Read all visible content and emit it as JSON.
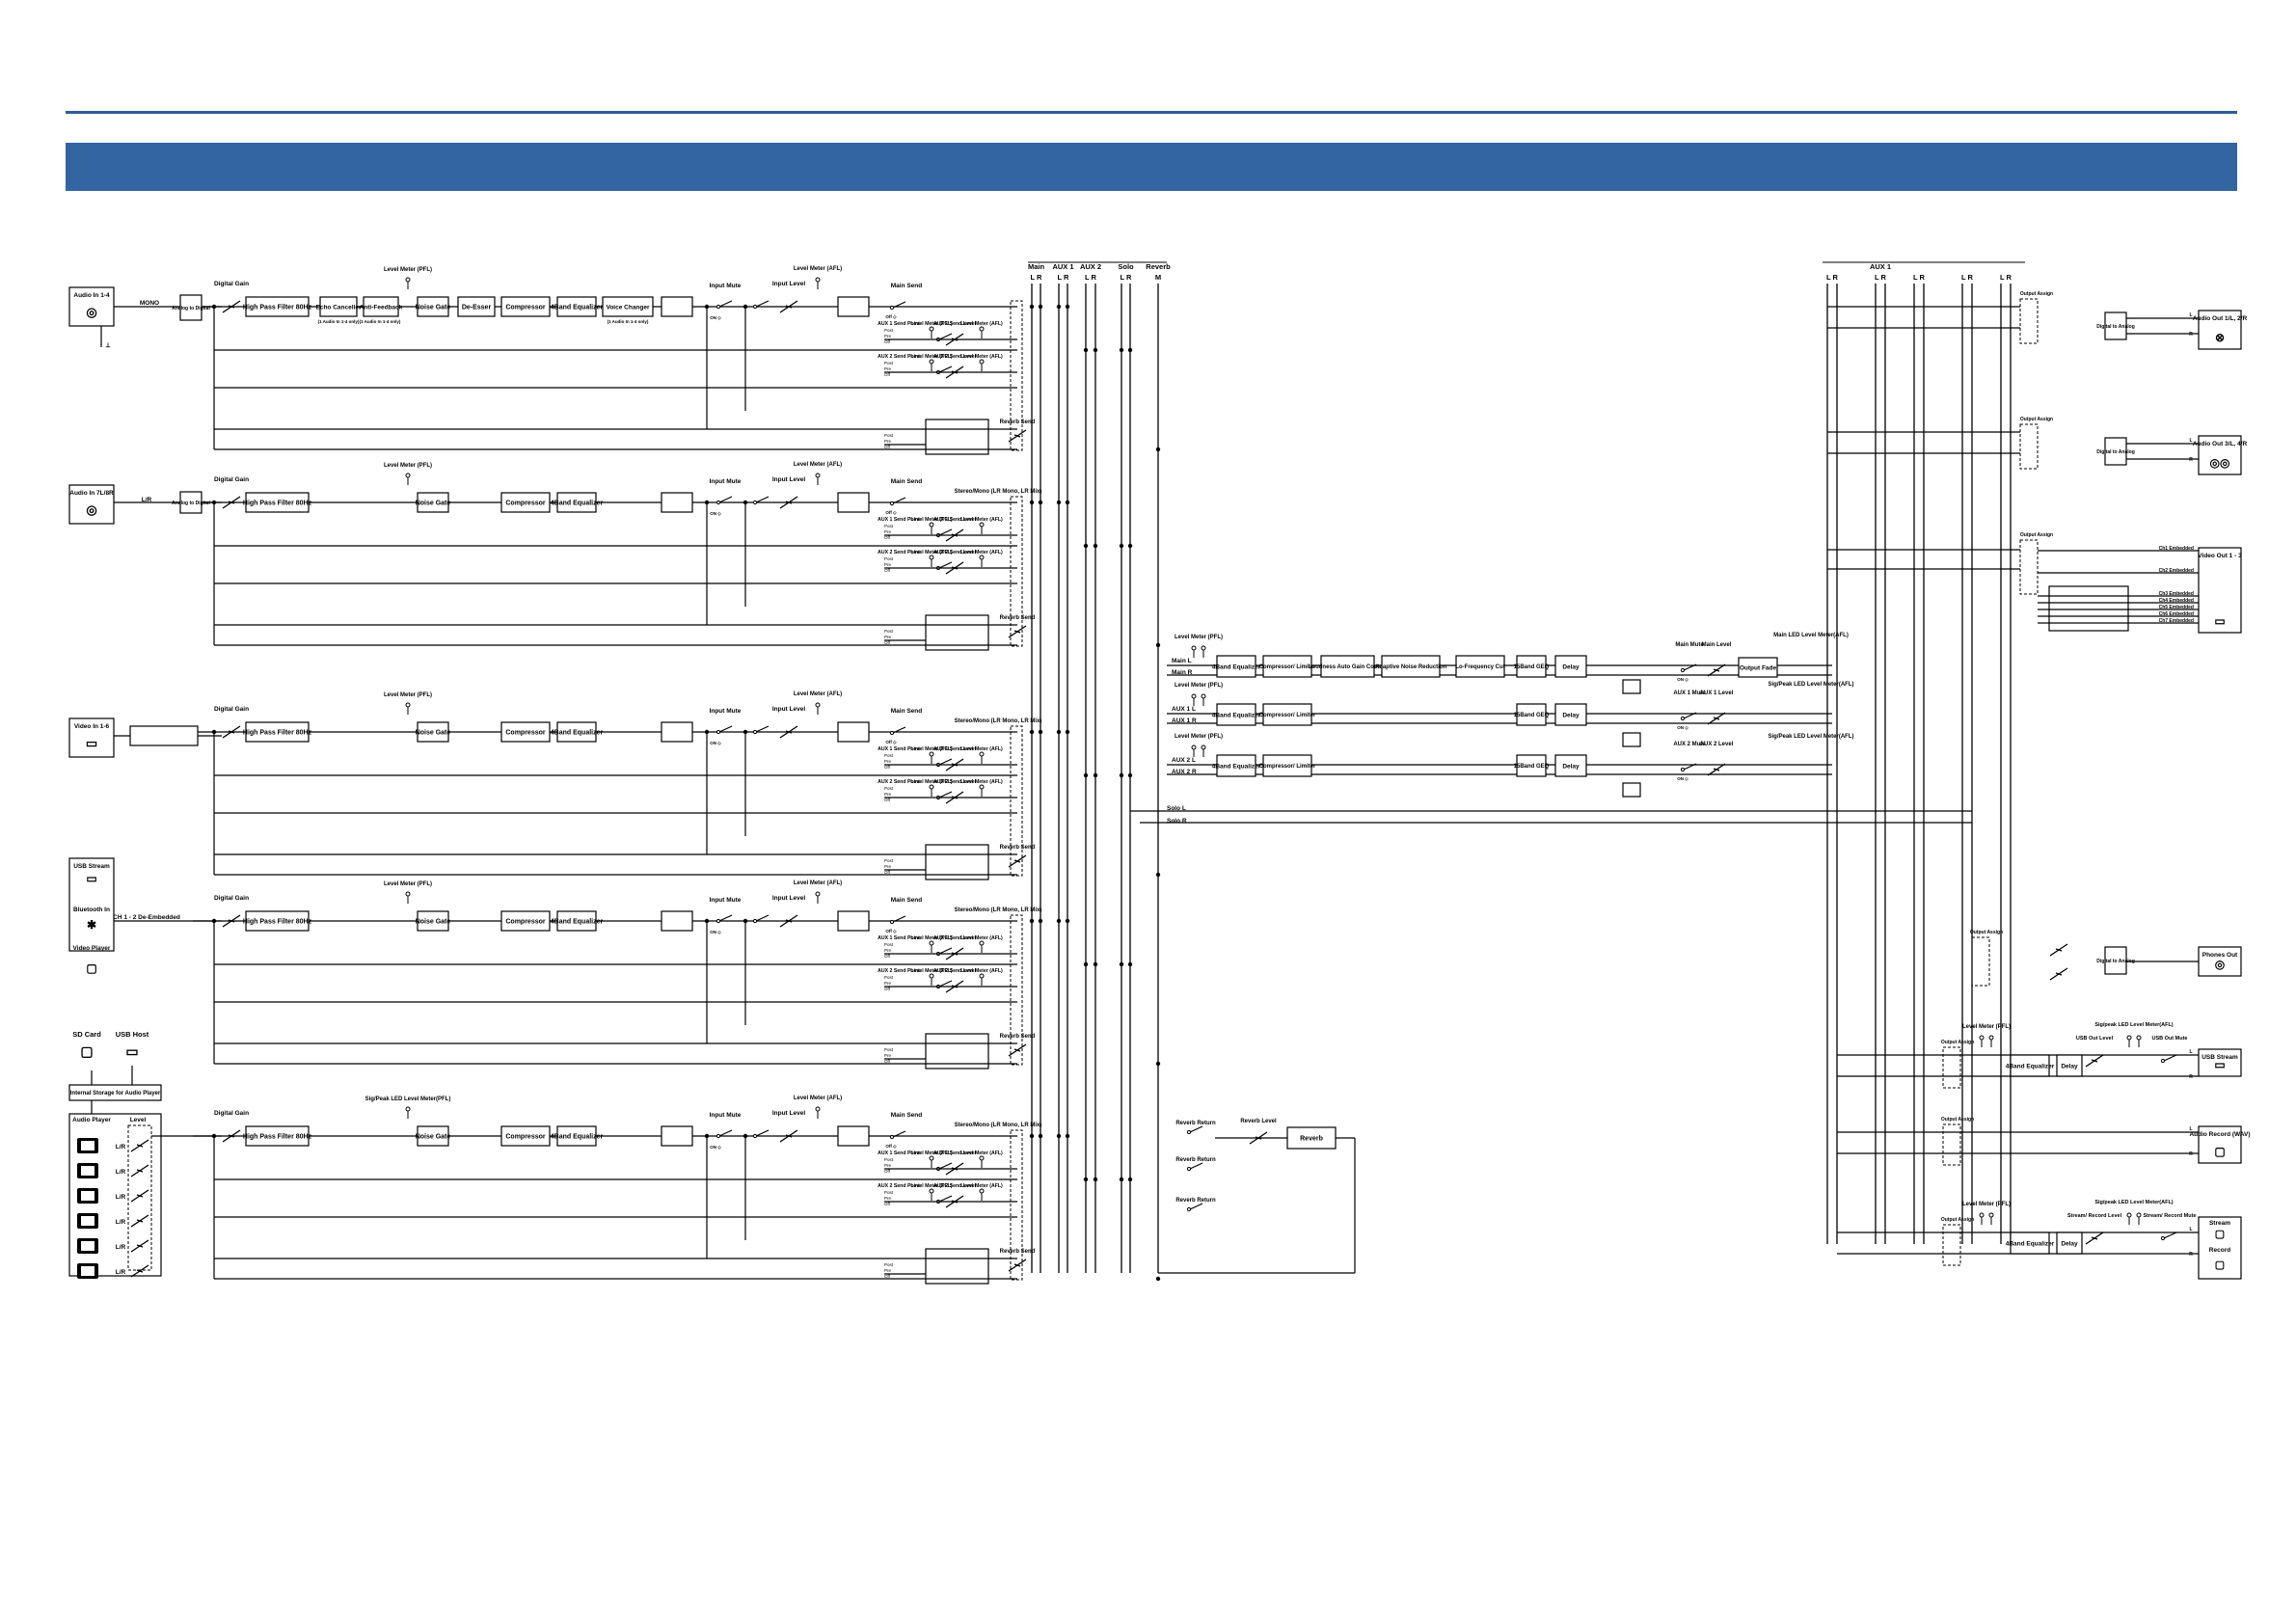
{
  "header": {
    "accent_color": "#3265a1",
    "line_color": "#2d5d98"
  },
  "bus_headers": {
    "mixer": [
      {
        "name": "Main",
        "sub": "L R"
      },
      {
        "name": "AUX 1",
        "sub": "L R"
      },
      {
        "name": "AUX 2",
        "sub": "L R"
      },
      {
        "name": "Solo",
        "sub": "L R"
      },
      {
        "name": "Reverb",
        "sub": "M"
      }
    ],
    "output_top": "AUX 1",
    "output_sub": [
      "L R",
      "L R",
      "L R",
      "L R",
      "L R"
    ]
  },
  "inputs": [
    {
      "label": "Audio In 1-4",
      "signal": "MONO",
      "converter": "Analog to Digital",
      "glyph": "◎"
    },
    {
      "label": "Audio In 7L/8R",
      "signal": "L/R",
      "converter": "Analog to Digital",
      "glyph": "◎"
    },
    {
      "label": "Video In 1-6",
      "signal": "",
      "converter": "",
      "glyph": "▭"
    },
    {
      "label": "USB Stream",
      "signal": "CH 1 - 2 De-Embedded",
      "converter": "",
      "glyph": "▭"
    },
    {
      "label": "Bluetooth In",
      "signal": "",
      "converter": "",
      "glyph": "✱"
    },
    {
      "label": "Video Player",
      "signal": "",
      "converter": "",
      "glyph": "▢"
    }
  ],
  "storage": {
    "sd": "SD Card",
    "usb_host": "USB Host",
    "internal": "Internal Storage for Audio Player",
    "player": "Audio Player",
    "level": "Level",
    "lr": [
      "L/R",
      "L/R",
      "L/R",
      "L/R",
      "L/R",
      "L/R"
    ]
  },
  "channel_blocks": {
    "digital_gain": "Digital Gain",
    "hpf": "High Pass Filter 80Hz",
    "echo": "Echo Canceller",
    "anti": "Anti-Feedback",
    "gate": "Noise Gate",
    "deesser": "De-Esser",
    "comp": "Compressor",
    "eq": "4Band Equalizer",
    "voice": "Voice Changer",
    "voice_note": "(1 Audio In 1-4 only)",
    "level_meter_pfl": "Level Meter (PFL)",
    "siglevel": "Sig/Peak LED Level Meter(PFL)",
    "input_mute": "Input Mute",
    "input_level": "Input Level",
    "level_meter_afl": "Level Meter (AFL)",
    "main_send": "Main Send",
    "aux1_send": "AUX 1 Send Point",
    "aux1_level": "AUX 1 Send Level",
    "aux2_send": "AUX 2 Send Point",
    "aux2_level": "AUX 2 Send Level",
    "reverb_send": "Reverb Send",
    "stereo_mono": "Stereo/Mono (LR Mono, LR Mix)",
    "post": "Post",
    "pre": "Pre",
    "off": "Off",
    "on": "ON"
  },
  "master": {
    "main_l": "Main L",
    "main_r": "Main R",
    "aux1_l": "AUX 1 L",
    "aux1_r": "AUX 1 R",
    "aux2_l": "AUX 2 L",
    "aux2_r": "AUX 2 R",
    "solo_l": "Solo L",
    "solo_r": "Solo R",
    "level_meter": "Level Meter (PFL)",
    "eq": "4Band Equalizer",
    "comp": "Compressor/ Limiter",
    "agc": "Loudness Auto Gain Control",
    "nr": "Adaptive Noise Reduction",
    "locut": "Lo-Frequency Cut",
    "geq": "15Band GEQ",
    "delay": "Delay",
    "main_mute": "Main Mute",
    "main_level": "Main Level",
    "aux1_mute": "AUX 1 Mute",
    "aux1_level": "AUX 1 Level",
    "aux2_mute": "AUX 2 Mute",
    "aux2_level": "AUX 2 Level",
    "fade": "Output Fade",
    "main_led": "Main LED Level Meter(AFL)",
    "sig_led": "Sig/Peak LED Level Meter(AFL)"
  },
  "reverb": {
    "return": "Reverb Return",
    "level": "Reverb Level",
    "block": "Reverb"
  },
  "outputs": [
    {
      "label": "Audio Out 1/L, 2/R",
      "glyph": "⊗"
    },
    {
      "label": "Audio Out 3/L, 4/R",
      "glyph": "◎◎"
    },
    {
      "label": "Video Out 1 - 3",
      "glyph": "▭"
    },
    {
      "label": "Phones Out",
      "glyph": "◎"
    },
    {
      "label": "USB Stream",
      "glyph": "▭"
    },
    {
      "label": "Audio Record (WAV)",
      "glyph": "▢"
    },
    {
      "label": "Stream",
      "glyph": "▢"
    },
    {
      "label": "Record",
      "glyph": "▢"
    }
  ],
  "output_blocks": {
    "assign": "Output Assign",
    "dac": "Digital to Analog",
    "ch_embedded": [
      "Ch1 Embedded",
      "Ch2 Embedded",
      "Ch3 Embedded",
      "Ch4 Embedded",
      "Ch5 Embedded",
      "Ch6 Embedded",
      "Ch7 Embedded"
    ],
    "eq": "4Band Equalizer",
    "delay": "Delay",
    "usb_level": "USB Out Level",
    "usb_mute": "USB Out Mute",
    "stream_level": "Stream/ Record Level",
    "stream_mute": "Stream/ Record Mute",
    "level_meter": "Level Meter (PFL)",
    "sig_led": "Sig/peak LED Level Meter(AFL)"
  }
}
